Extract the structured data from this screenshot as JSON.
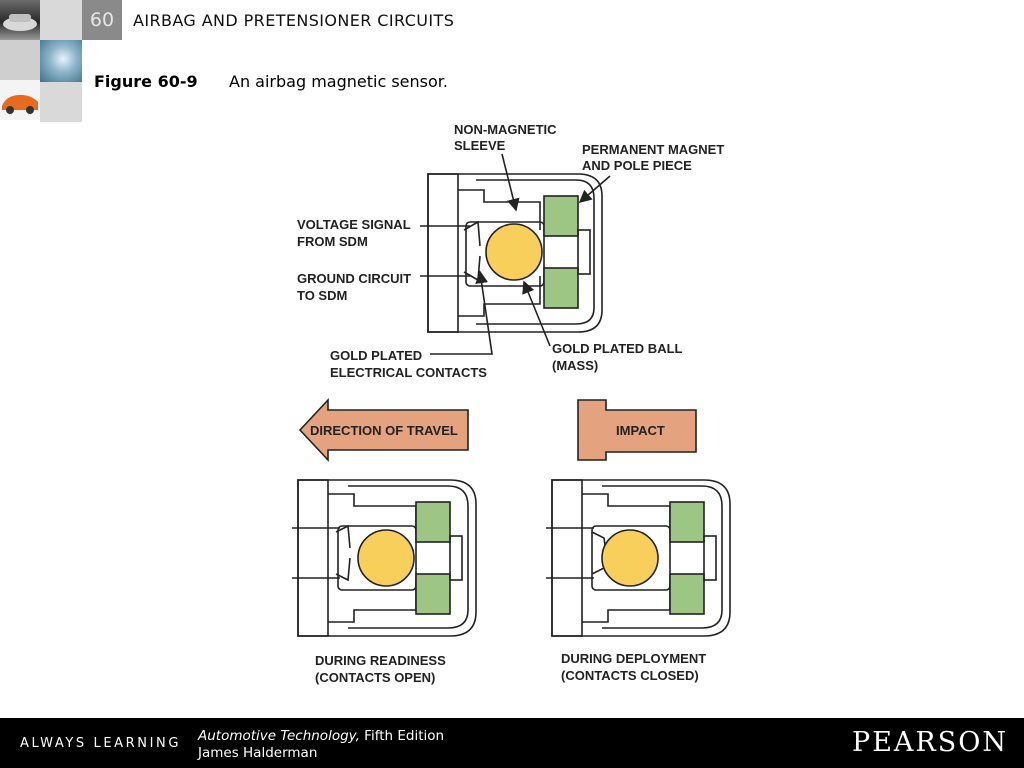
{
  "header": {
    "chapter_number": "60",
    "chapter_title": "AIRBAG AND PRETENSIONER CIRCUITS"
  },
  "figure": {
    "label": "Figure 60-9",
    "caption": "An airbag magnetic sensor."
  },
  "diagram": {
    "callouts": {
      "non_magnetic_sleeve": [
        "NON-MAGNETIC",
        "SLEEVE"
      ],
      "permanent_magnet": [
        "PERMANENT MAGNET",
        "AND POLE PIECE"
      ],
      "voltage_signal": [
        "VOLTAGE SIGNAL",
        "FROM SDM"
      ],
      "ground_circuit": [
        "GROUND CIRCUIT",
        "TO SDM"
      ],
      "gold_contacts": [
        "GOLD PLATED",
        "ELECTRICAL CONTACTS"
      ],
      "gold_ball": [
        "GOLD PLATED BALL",
        "(MASS)"
      ]
    },
    "arrows": {
      "direction": "DIRECTION OF TRAVEL",
      "impact": "IMPACT"
    },
    "states": {
      "readiness": [
        "DURING READINESS",
        "(CONTACTS OPEN)"
      ],
      "deployment": [
        "DURING DEPLOYMENT",
        "(CONTACTS CLOSED)"
      ]
    },
    "colors": {
      "ball": "#f7cf5a",
      "magnet": "#9dc583",
      "arrow": "#e5a27e"
    }
  },
  "footer": {
    "tagline": "ALWAYS LEARNING",
    "book_title": "Automotive Technology,",
    "edition": " Fifth Edition",
    "author": "James Halderman",
    "brand": "PEARSON"
  }
}
